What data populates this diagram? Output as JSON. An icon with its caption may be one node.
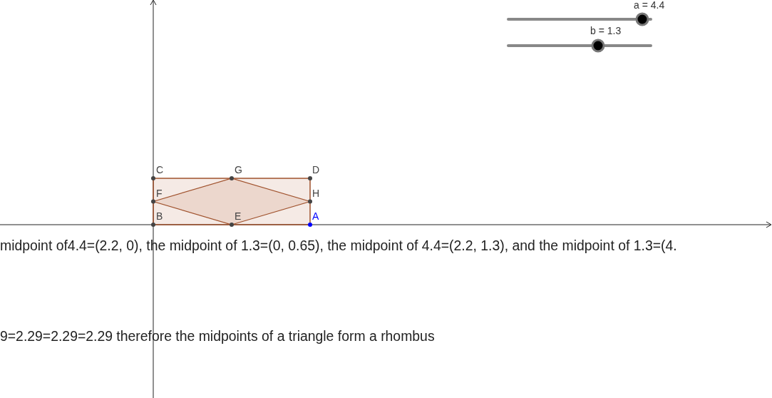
{
  "diagram": {
    "labels": [
      "a = 4.4",
      "b = 1.3",
      "C",
      "G",
      "D",
      "F",
      "H",
      "B",
      "E",
      "A",
      "midpoint of4.4=(2.2, 0), the midpoint of 1.3=(0, 0.65), the midpoint of 4.4=(2.2, 1.3), and the midpoint of 1.3=(4.",
      "9=2.29=2.29=2.29 therefore the midpoints of a triangle form a rhombus"
    ]
  }
}
